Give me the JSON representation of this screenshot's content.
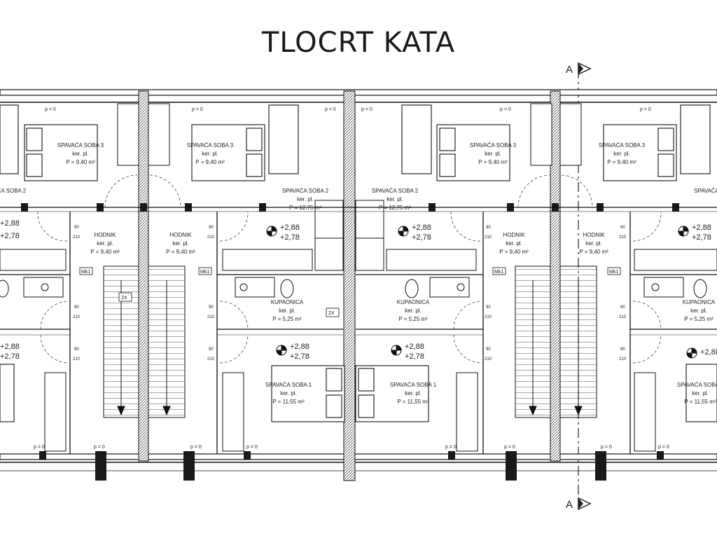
{
  "title": "TLOCRT KATA",
  "section_marker": "A",
  "rooms": {
    "spavaca_soba_3": {
      "name": "SPAVAĆA SOBA 3",
      "floor": "ker. pl.",
      "area": "P = 9,40 m²"
    },
    "spavaca_soba_2": {
      "name": "SPAVAĆA SOBA 2",
      "floor": "ker. pl.",
      "area": "P = 12,75 m²"
    },
    "hodnik": {
      "name": "HODNIK",
      "floor": "ker. pl.",
      "area": "P = 9,40 m²"
    },
    "kupaonica": {
      "name": "KUPAONICA",
      "floor": "ker. pl.",
      "area": "P = 5,25 m²"
    },
    "spavaca_soba_1": {
      "name": "SPAVAĆA SOBA 1",
      "floor": "ker. pl.",
      "area": "P = 11,55 m²"
    }
  },
  "levels": {
    "upper": "+2,88",
    "lower": "+2,78"
  },
  "door_dims": {
    "width": "90",
    "height": "210"
  },
  "parapet": "p = 0",
  "tags": {
    "mk": "Mk1",
    "z": "Z4"
  }
}
